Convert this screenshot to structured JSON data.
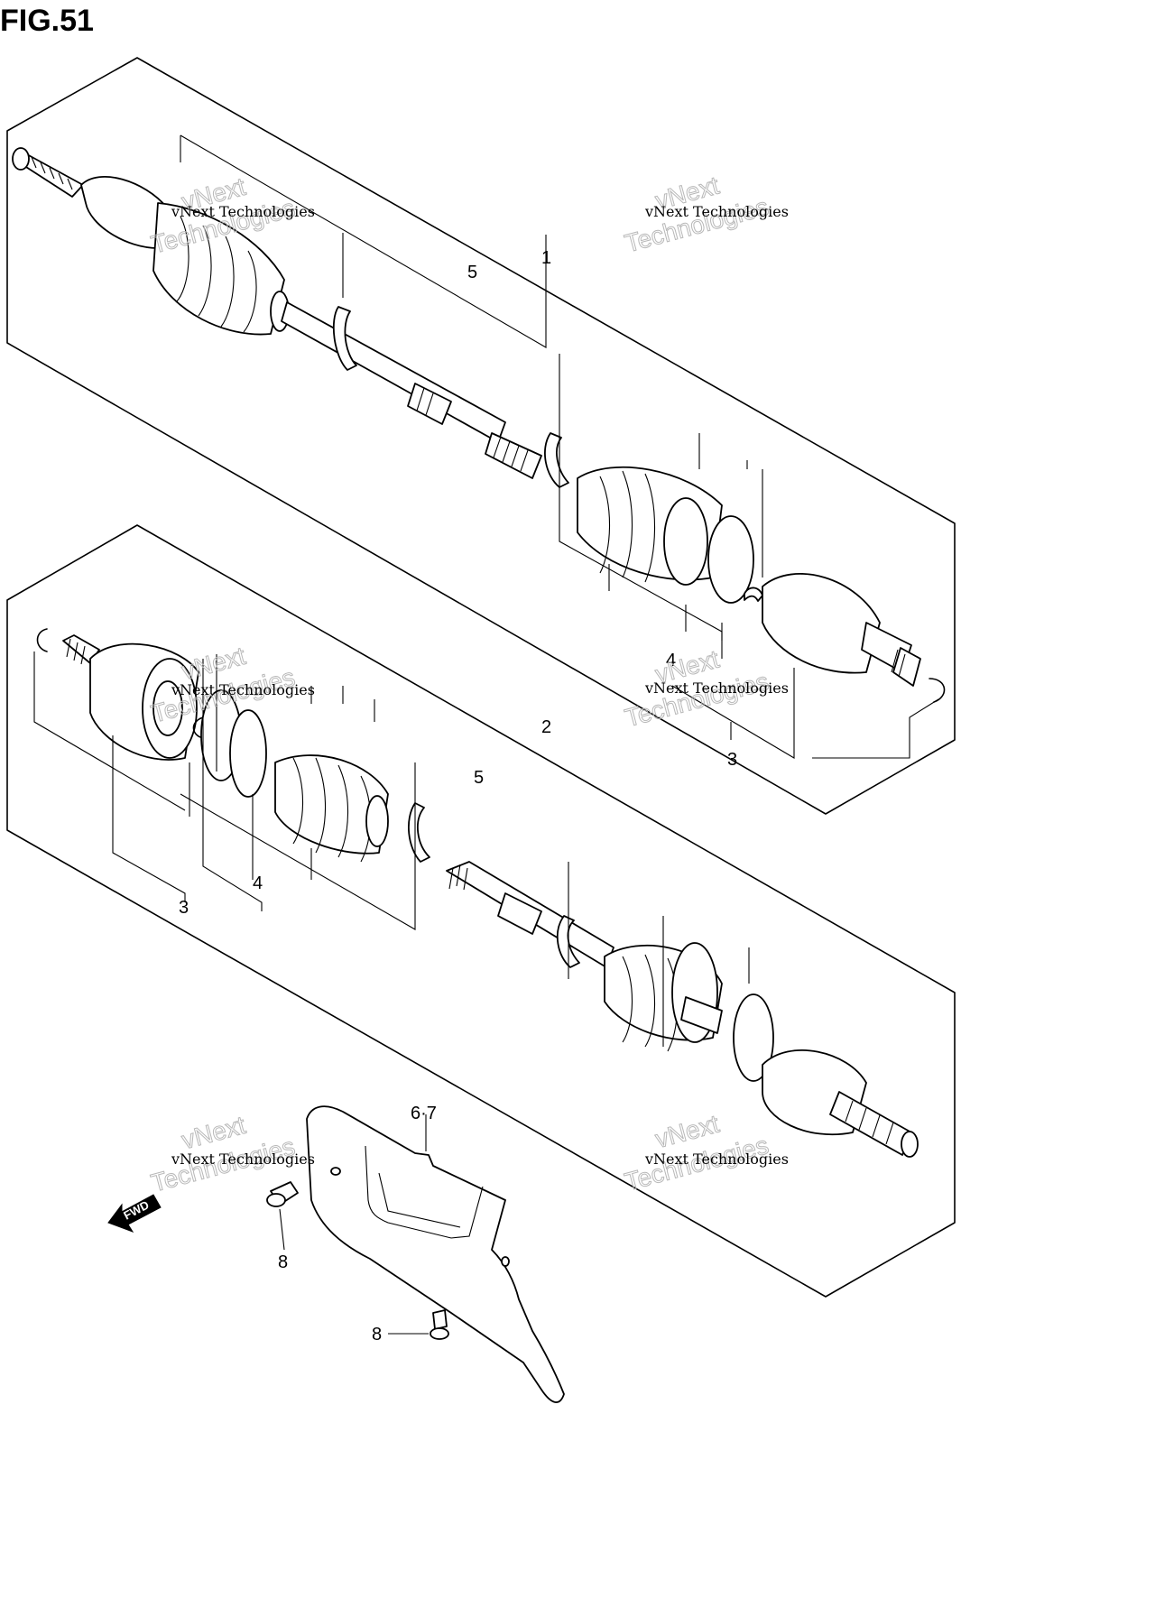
{
  "figure": {
    "title": "FIG.51"
  },
  "callouts": {
    "c1": "1",
    "c2": "2",
    "c3a": "3",
    "c3b": "3",
    "c4a": "4",
    "c4b": "4",
    "c5a": "5",
    "c5b": "5",
    "c67": "6·7",
    "c8a": "8",
    "c8b": "8"
  },
  "fwd_label": "FWD",
  "watermark": {
    "line1": "vNext Technologies",
    "big1": "vNext",
    "big2": "Technologies"
  }
}
